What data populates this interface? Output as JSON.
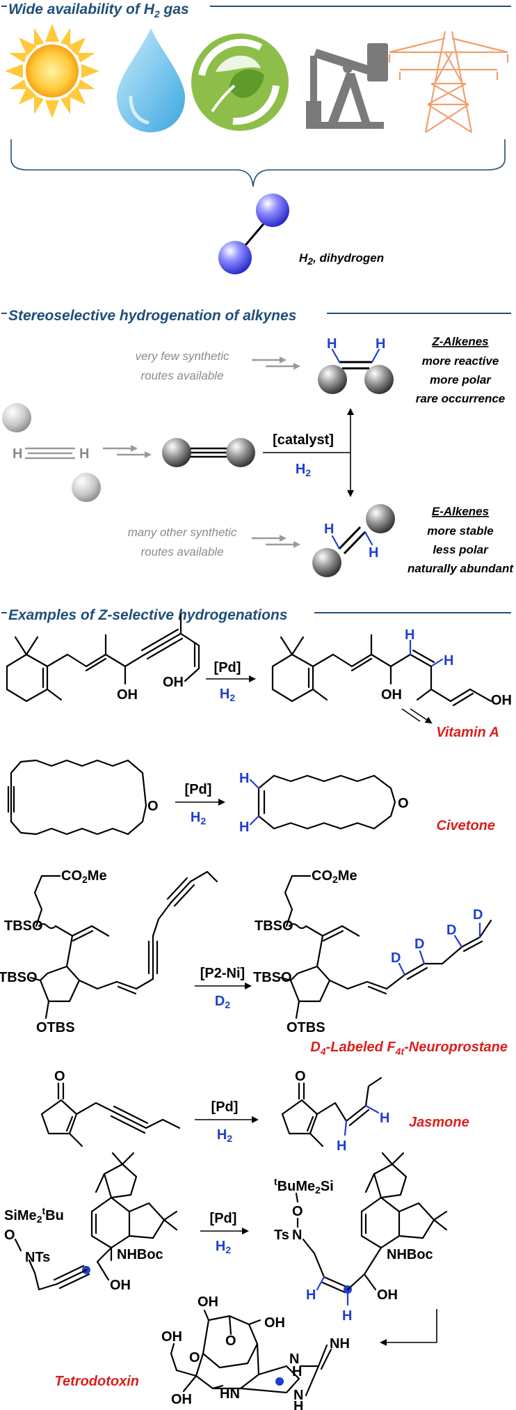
{
  "colors": {
    "section": "#1f4e79",
    "highlight_blue": "#1e3fd0",
    "product_red": "#d8201c",
    "grey": "#8a8a8a"
  },
  "icons": [
    "sun-icon",
    "water-drop-icon",
    "recycle-leaf-icon",
    "oil-pump-icon",
    "power-pylon-icon"
  ],
  "section1": {
    "title": "Wide availability of H",
    "title_sub": "2",
    "title_end": " gas",
    "h2_label": "H",
    "h2_sub": "2",
    "h2_rest": ", dihydrogen"
  },
  "section2": {
    "title": "Stereoselective hydrogenation of alkynes",
    "few_routes_1": "very few synthetic",
    "few_routes_2": "routes available",
    "many_routes_1": "many other synthetic",
    "many_routes_2": "routes available",
    "catalyst": "[catalyst]",
    "h2": "H",
    "h2_sub": "2",
    "atom_h": "H",
    "z_title": "Z-Alkenes",
    "z_props": [
      "more reactive",
      "more polar",
      "rare occurrence"
    ],
    "e_title": "E-Alkenes",
    "e_props": [
      "more stable",
      "less polar",
      "naturally abundant"
    ]
  },
  "section3": {
    "title": "Examples of Z-selective hydrogenations",
    "vitA": {
      "reagent": "[Pd]",
      "h2": "H",
      "h2_sub": "2",
      "oh": "OH",
      "product": "Vitamin A"
    },
    "civetone": {
      "reagent": "[Pd]",
      "h2": "H",
      "h2_sub": "2",
      "o": "O",
      "product": "Civetone"
    },
    "neuro": {
      "reagent": "[P2-Ni]",
      "d2": "D",
      "d2_sub": "2",
      "co2me": "CO",
      "co2me_sub": "2",
      "co2me_end": "Me",
      "tbso": "TBSO",
      "otbs": "OTBS",
      "d": "D",
      "product_1": "D",
      "product_sub1": "4",
      "product_2": "-Labeled F",
      "product_sub2": "4t",
      "product_3": "-Neuroprostane"
    },
    "jasmone": {
      "reagent": "[Pd]",
      "h2": "H",
      "h2_sub": "2",
      "o": "O",
      "product": "Jasmone"
    },
    "ttx": {
      "reagent": "[Pd]",
      "h2": "H",
      "h2_sub": "2",
      "sime2": "SiMe",
      "sime2_sub": "2",
      "sime2_sup": "t",
      "sime2_end": "Bu",
      "o": "O",
      "nts": "NTs",
      "ts": "Ts",
      "n": "N",
      "tbu_sup": "t",
      "tbu": "BuMe",
      "tbu_sub": "2",
      "tbu_end": "Si",
      "nhboc": "NHBoc",
      "oh": "OH",
      "nh": "NH",
      "hn": "HN",
      "h": "H",
      "product": "Tetrodotoxin"
    }
  }
}
